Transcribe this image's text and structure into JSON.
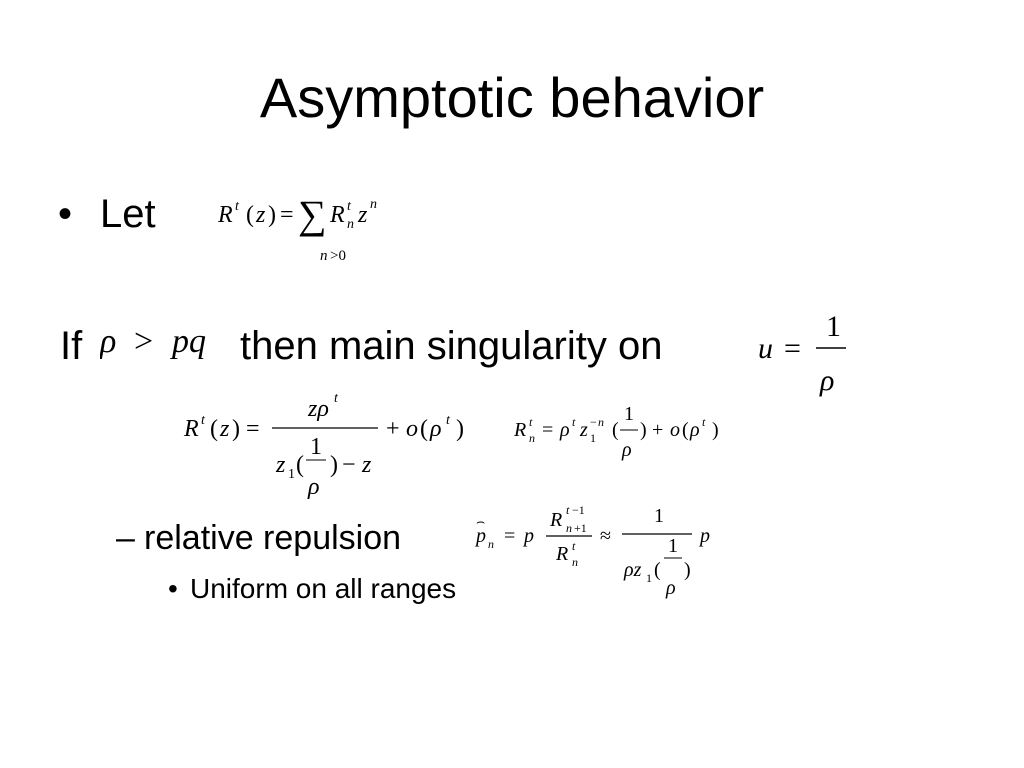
{
  "slide": {
    "title": "Asymptotic behavior",
    "bullets": {
      "let_marker": "•",
      "let_label": "Let",
      "if_label": "If",
      "then_label": "then main singularity on",
      "dash_marker": "–",
      "relative_repulsion": "relative repulsion",
      "dot_marker": "•",
      "uniform": "Uniform on all ranges"
    },
    "equations": {
      "generating_function": "R^t(z) = Σ_{n>0} R^t_n z^n",
      "condition": "ρ > pq",
      "singularity": "u = 1/ρ",
      "asymptotic_R": "R^t(z) = zρ^t / (z_1(1/ρ) − z) + o(ρ^t)",
      "asymptotic_coeff": "R^t_n = ρ^t z_1^{−n}(1/ρ) + o(ρ^t)",
      "repulsion": "p̂_n = p R^{t−1}_{n+1} / R^t_n ≈ 1/(ρ z_1(1/ρ)) p"
    }
  }
}
